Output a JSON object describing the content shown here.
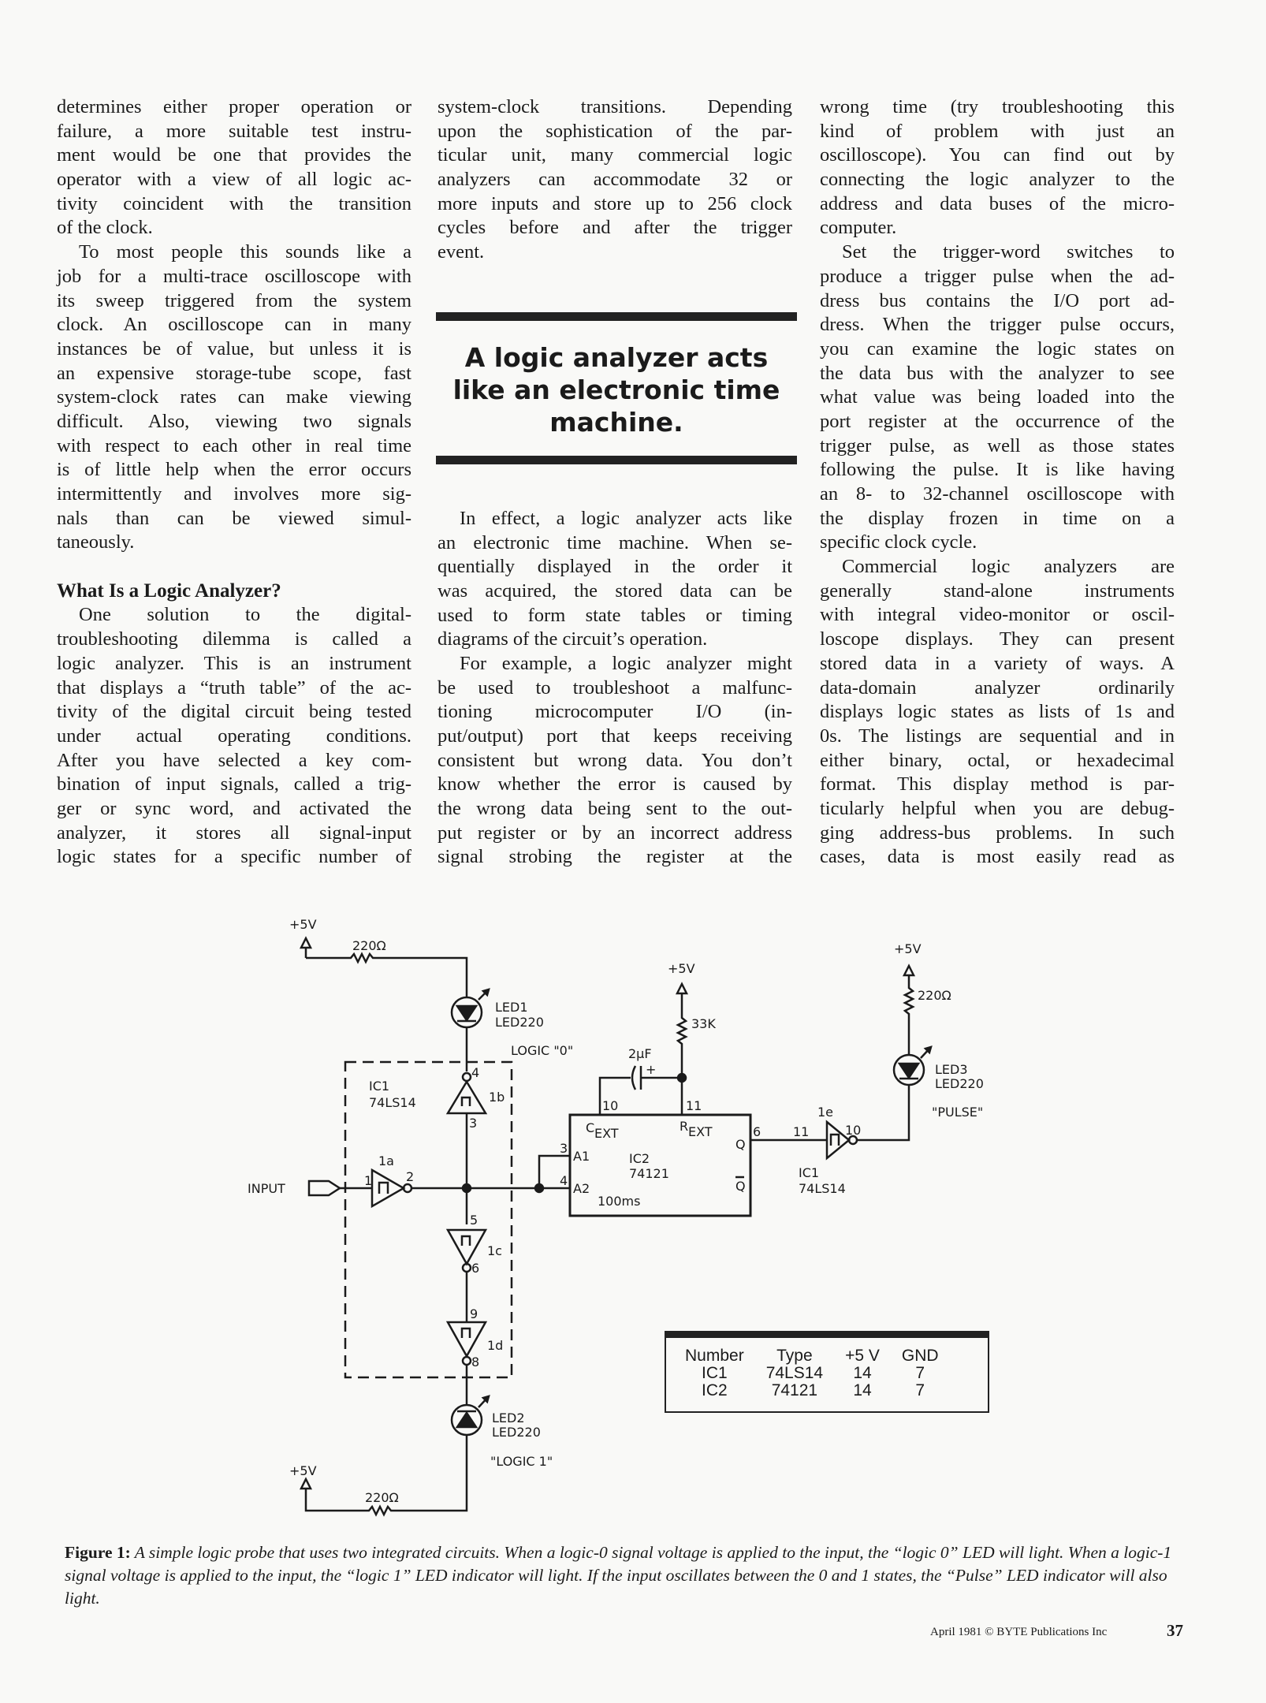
{
  "columns": [
    {
      "paragraphs": [
        {
          "lines": [
            "determines either proper operation or",
            "failure, a more suitable test instru-",
            "ment would be one that provides the",
            "operator with a view of all logic ac-",
            "tivity coincident with the transition",
            "of the clock."
          ]
        },
        {
          "lines": [
            "To most people this sounds like a",
            "job for a multi-trace oscilloscope with",
            "its sweep triggered from the system",
            "clock. An oscilloscope can in many",
            "instances be of value, but unless it is",
            "an expensive storage-tube scope, fast",
            "system-clock rates can make viewing",
            "difficult. Also, viewing two signals",
            "with respect to each other in real time",
            "is of little help when the error occurs",
            "intermittently and involves more sig-",
            "nals than can be viewed simul-",
            "taneously."
          ]
        }
      ],
      "heading": "What Is a Logic Analyzer?",
      "after_heading": [
        {
          "lines": [
            "One solution to the digital-",
            "troubleshooting dilemma is called a",
            "logic analyzer. This is an instrument",
            "that displays a “truth table” of the ac-",
            "tivity of the digital circuit being tested",
            "under actual operating conditions.",
            "After you have selected a key com-",
            "bination of input signals, called a trig-",
            "ger or sync word, and activated the",
            "analyzer, it stores all signal-input",
            "logic states for a specific number of"
          ]
        }
      ]
    },
    {
      "paragraphs": [
        {
          "lines": [
            "system-clock transitions. Depending",
            "upon the sophistication of the par-",
            "ticular unit, many commercial logic",
            "analyzers can accommodate 32 or",
            "more inputs and store up to 256 clock",
            "cycles before and after the trigger",
            "event."
          ]
        }
      ],
      "after_pull": [
        {
          "lines": [
            "In effect, a logic analyzer acts like",
            "an electronic time machine. When se-",
            "quentially displayed in the order it",
            "was acquired, the stored data can be",
            "used to form state tables or timing",
            "diagrams of the circuit’s operation."
          ]
        },
        {
          "lines": [
            "For example, a logic analyzer might",
            "be used to troubleshoot a malfunc-",
            "tioning microcomputer I/O (in-",
            "put/output) port that keeps receiving",
            "consistent but wrong data. You don’t",
            "know whether the error is caused by",
            "the wrong data being sent to the out-",
            "put register or by an incorrect address",
            "signal strobing the register at the"
          ]
        }
      ]
    },
    {
      "paragraphs": [
        {
          "lines": [
            "wrong time (try troubleshooting this",
            "kind of problem with just an",
            "oscilloscope). You can find out by",
            "connecting the logic analyzer to the",
            "address and data buses of the micro-",
            "computer."
          ]
        },
        {
          "lines": [
            "Set the trigger-word switches to",
            "produce a trigger pulse when the ad-",
            "dress bus contains the I/O port ad-",
            "dress. When the trigger pulse occurs,",
            "you can examine the logic states on",
            "the data bus with the analyzer to see",
            "what value was being loaded into the",
            "port register at the occurrence of the",
            "trigger pulse, as well as those states",
            "following the pulse. It is like having",
            "an 8- to 32-channel oscilloscope with",
            "the display frozen in time on a",
            "specific clock cycle."
          ]
        },
        {
          "lines": [
            "Commercial logic analyzers are",
            "generally stand-alone instruments",
            "with integral video-monitor or oscil-",
            "loscope displays. They can present",
            "stored data in a variety of ways. A",
            "data-domain analyzer ordinarily",
            "displays logic states as lists of 1s and",
            "0s. The listings are sequential and in",
            "either binary, octal, or hexadecimal",
            "format. This display method is par-",
            "ticularly helpful when you are debug-",
            "ging address-bus problems. In such",
            "cases, data is most easily read as"
          ]
        }
      ]
    }
  ],
  "pull_quote": [
    "A logic analyzer acts",
    "like an electronic time",
    "machine."
  ],
  "schematic": {
    "vcc": "+5V",
    "r_220": "220Ω",
    "r_33k": "33K",
    "cap": "2μF",
    "cap_plus": "+",
    "led1": [
      "LED1",
      "LED220"
    ],
    "led1_label": "LOGIC \"0\"",
    "led2": [
      "LED2",
      "LED220"
    ],
    "led2_label": "\"LOGIC 1\"",
    "led3": [
      "LED3",
      "LED220"
    ],
    "led3_label": "\"PULSE\"",
    "ic1": [
      "IC1",
      "74LS14"
    ],
    "ic2": [
      "IC2",
      "74121"
    ],
    "ic2_timing": "100ms",
    "input": "INPUT",
    "gates": {
      "a": "1a",
      "b": "1b",
      "c": "1c",
      "d": "1d",
      "e": "1e"
    },
    "pins": {
      "p1": "1",
      "p2": "2",
      "p3": "3",
      "p4": "4",
      "p5": "5",
      "p6": "6",
      "p8": "8",
      "p9": "9",
      "p10": "10",
      "p11": "11",
      "a1": "3",
      "a2": "4",
      "q": "6",
      "e_in": "11",
      "e_out": "10"
    },
    "ic2_pins": {
      "cext": "C",
      "cext_sub": "EXT",
      "rext": "R",
      "rext_sub": "EXT",
      "a1": "A1",
      "a2": "A2",
      "q": "Q",
      "qbar": "Q"
    }
  },
  "ic_table": {
    "headers": [
      "Number",
      "Type",
      "+5 V",
      "GND"
    ],
    "rows": [
      [
        "IC1",
        "74LS14",
        "14",
        "7"
      ],
      [
        "IC2",
        "74121",
        "14",
        "7"
      ]
    ]
  },
  "caption": {
    "label": "Figure 1:",
    "text": "A simple logic probe that uses two integrated circuits. When a logic-0 signal voltage is applied to the input, the “logic 0” LED will light. When a logic-1 signal voltage is applied to the input, the “logic 1” LED indicator will light. If the input oscillates between the 0 and 1 states, the “Pulse” LED indicator will also light."
  },
  "footer": {
    "credit": "April 1981 © BYTE Publications Inc",
    "page": "37"
  }
}
